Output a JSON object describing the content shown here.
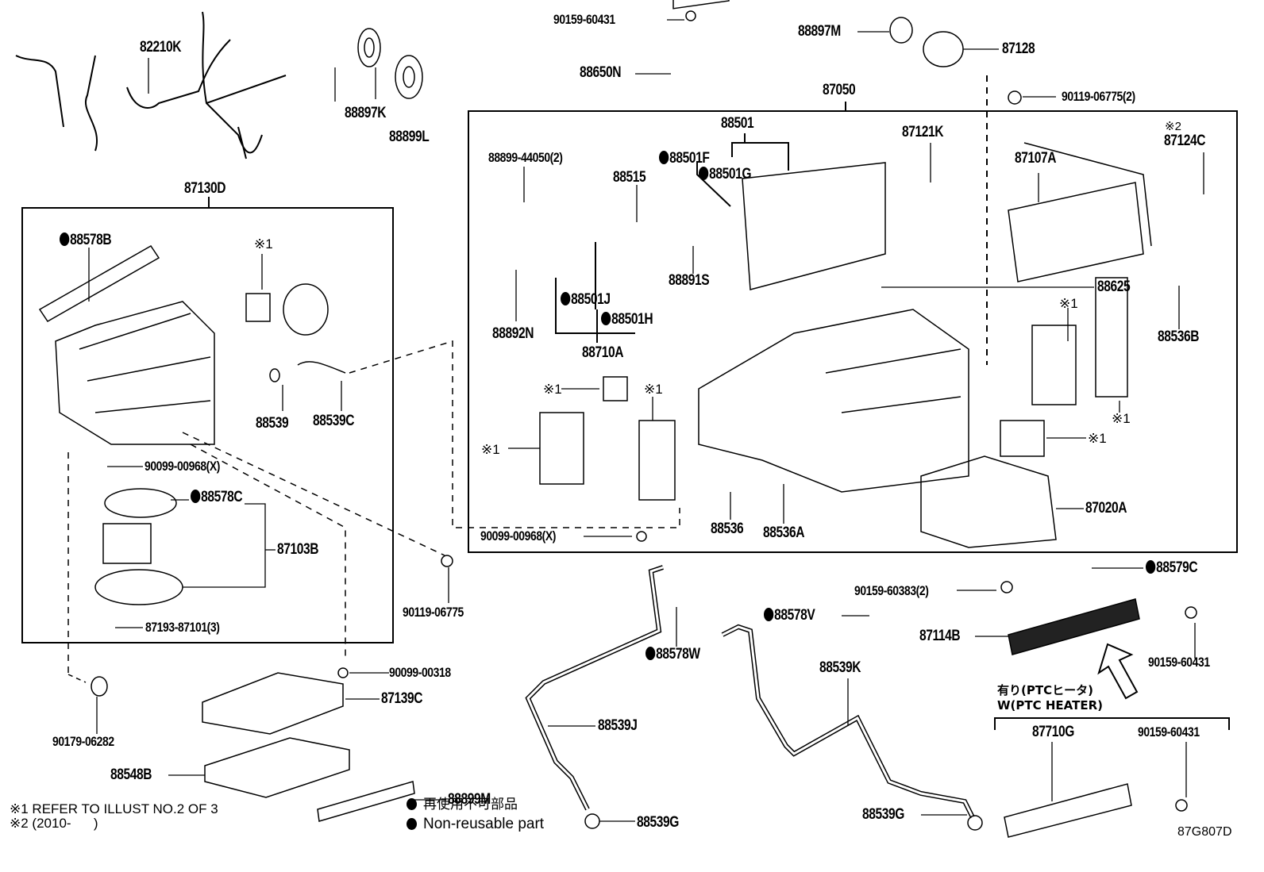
{
  "diagram": {
    "title": "Heating & Air Conditioning - Heater Unit & Blower Parts Diagram",
    "illustration_code": "87G807D",
    "groups": {
      "blower_assembly": "87130D",
      "heater_unit_assembly": "87050",
      "evaporator": "88501",
      "expansion_valve_kit": "88710A"
    },
    "labels": [
      {
        "id": "82210K",
        "text": "82210K",
        "nonreusable": false
      },
      {
        "id": "88897K",
        "text": "88897K",
        "nonreusable": false
      },
      {
        "id": "88899L",
        "text": "88899L",
        "nonreusable": false
      },
      {
        "id": "87130D",
        "text": "87130D",
        "nonreusable": false
      },
      {
        "id": "90159-60431-top",
        "text": "90159-60431",
        "nonreusable": false
      },
      {
        "id": "88650N",
        "text": "88650N",
        "nonreusable": false
      },
      {
        "id": "88897M",
        "text": "88897M",
        "nonreusable": false
      },
      {
        "id": "87128",
        "text": "87128",
        "nonreusable": false
      },
      {
        "id": "87050",
        "text": "87050",
        "nonreusable": false
      },
      {
        "id": "90119-06775-2",
        "text": "90119-06775(2)",
        "nonreusable": false
      },
      {
        "id": "88501",
        "text": "88501",
        "nonreusable": false
      },
      {
        "id": "87121K",
        "text": "87121K",
        "nonreusable": false
      },
      {
        "id": "87124C",
        "text": "87124C",
        "nonreusable": false
      },
      {
        "id": "88899-44050",
        "text": "88899-44050(2)",
        "nonreusable": false
      },
      {
        "id": "88501F",
        "text": "88501F",
        "nonreusable": true
      },
      {
        "id": "88501G",
        "text": "88501G",
        "nonreusable": true
      },
      {
        "id": "88515",
        "text": "88515",
        "nonreusable": false
      },
      {
        "id": "87107A",
        "text": "87107A",
        "nonreusable": false
      },
      {
        "id": "88891S",
        "text": "88891S",
        "nonreusable": false
      },
      {
        "id": "88625",
        "text": "88625",
        "nonreusable": false
      },
      {
        "id": "88501J",
        "text": "88501J",
        "nonreusable": true
      },
      {
        "id": "88501H",
        "text": "88501H",
        "nonreusable": true
      },
      {
        "id": "88892N",
        "text": "88892N",
        "nonreusable": false
      },
      {
        "id": "88710A",
        "text": "88710A",
        "nonreusable": false
      },
      {
        "id": "88536B",
        "text": "88536B",
        "nonreusable": false
      },
      {
        "id": "88578B",
        "text": "88578B",
        "nonreusable": true
      },
      {
        "id": "88539",
        "text": "88539",
        "nonreusable": false
      },
      {
        "id": "88539C",
        "text": "88539C",
        "nonreusable": false
      },
      {
        "id": "90099-00968-left",
        "text": "90099-00968(X)",
        "nonreusable": false
      },
      {
        "id": "88578C",
        "text": "88578C",
        "nonreusable": true
      },
      {
        "id": "87103B",
        "text": "87103B",
        "nonreusable": false
      },
      {
        "id": "87193-87101",
        "text": "87193-87101(3)",
        "nonreusable": false
      },
      {
        "id": "90119-06775",
        "text": "90119-06775",
        "nonreusable": false
      },
      {
        "id": "90099-00968-right",
        "text": "90099-00968(X)",
        "nonreusable": false
      },
      {
        "id": "88536",
        "text": "88536",
        "nonreusable": false
      },
      {
        "id": "88536A",
        "text": "88536A",
        "nonreusable": false
      },
      {
        "id": "87020A",
        "text": "87020A",
        "nonreusable": false
      },
      {
        "id": "88579C",
        "text": "88579C",
        "nonreusable": true
      },
      {
        "id": "90159-60383",
        "text": "90159-60383(2)",
        "nonreusable": false
      },
      {
        "id": "88578V",
        "text": "88578V",
        "nonreusable": true
      },
      {
        "id": "87114B",
        "text": "87114B",
        "nonreusable": false
      },
      {
        "id": "90159-60431-mid",
        "text": "90159-60431",
        "nonreusable": false
      },
      {
        "id": "88578W",
        "text": "88578W",
        "nonreusable": true
      },
      {
        "id": "88539K",
        "text": "88539K",
        "nonreusable": false
      },
      {
        "id": "90099-00318",
        "text": "90099-00318",
        "nonreusable": false
      },
      {
        "id": "90179-06282",
        "text": "90179-06282",
        "nonreusable": false
      },
      {
        "id": "87139C",
        "text": "87139C",
        "nonreusable": false
      },
      {
        "id": "88539J",
        "text": "88539J",
        "nonreusable": false
      },
      {
        "id": "88548B",
        "text": "88548B",
        "nonreusable": false
      },
      {
        "id": "88899M",
        "text": "88899M",
        "nonreusable": false
      },
      {
        "id": "87710G",
        "text": "87710G",
        "nonreusable": false
      },
      {
        "id": "90159-60431-bot",
        "text": "90159-60431",
        "nonreusable": false
      },
      {
        "id": "88539G-left",
        "text": "88539G",
        "nonreusable": false
      },
      {
        "id": "88539G-right",
        "text": "88539G",
        "nonreusable": false
      }
    ],
    "ref_marks": {
      "ref1": "※1",
      "ref2": "※2"
    },
    "ptc_heater": {
      "jp": "有り(PTCヒータ)",
      "en": "W(PTC HEATER)"
    },
    "footnotes": {
      "note1": "※1 REFER TO ILLUST NO.2 OF 3",
      "note2": "※2 (2010-      )"
    },
    "legend": {
      "jp": "再使用不可部品",
      "en": "Non-reusable part"
    }
  }
}
